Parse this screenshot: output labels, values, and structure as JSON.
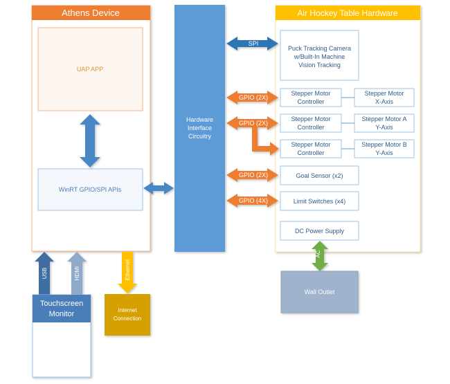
{
  "athens": {
    "title": "Athens Device",
    "uap_app": "UAP APP",
    "winrt_apis": "WinRT GPIO/SPI APIs"
  },
  "hardware_interface": {
    "line1": "Hardware",
    "line2": "Interface",
    "line3": "Circuitry"
  },
  "air_hockey": {
    "title": "Air Hockey Table Hardware",
    "camera_line1": "Puck Tracking Camera",
    "camera_line2": "w/Built-In Machine",
    "camera_line3": "Vision Tracking",
    "smc1_line1": "Stepper Motor",
    "smc1_line2": "Controller",
    "smc2_line1": "Stepper Motor",
    "smc2_line2": "Controller",
    "smc3_line1": "Stepper Motor",
    "smc3_line2": "Controller",
    "motor_x_line1": "Stepper Motor",
    "motor_x_line2": "X-Axis",
    "motor_a_line1": "Stepper Motor A",
    "motor_a_line2": "Y-Axis",
    "motor_b_line1": "Stepper Motor B",
    "motor_b_line2": "Y-Axis",
    "goal_sensor": "Goal Sensor (x2)",
    "limit_switches": "Limit Switches (x4)",
    "power_supply": "DC Power Supply"
  },
  "links": {
    "spi": "SPI",
    "gpio_1": "GPIO (2X)",
    "gpio_2": "GPIO (2X)",
    "gpio_3": "GPIO (2X)",
    "gpio_4": "GPIO (4X)",
    "ac": "AC",
    "usb": "USB",
    "hdmi": "HDMI",
    "ethernet": "Ethernet"
  },
  "external": {
    "touchscreen_line1": "Touchscreen",
    "touchscreen_line2": "Monitor",
    "internet_line1": "Internet",
    "internet_line2": "Connection",
    "wall_outlet": "Wall Outlet"
  },
  "colors": {
    "orange": "#ED7D31",
    "gold": "#FFC000",
    "blue": "#5B9BD5",
    "dark_blue": "#4A7EB8",
    "steel": "#2E75B6",
    "green": "#70AD47",
    "wall_gray": "#9FB3CC",
    "internet_gold": "#D6A000"
  }
}
